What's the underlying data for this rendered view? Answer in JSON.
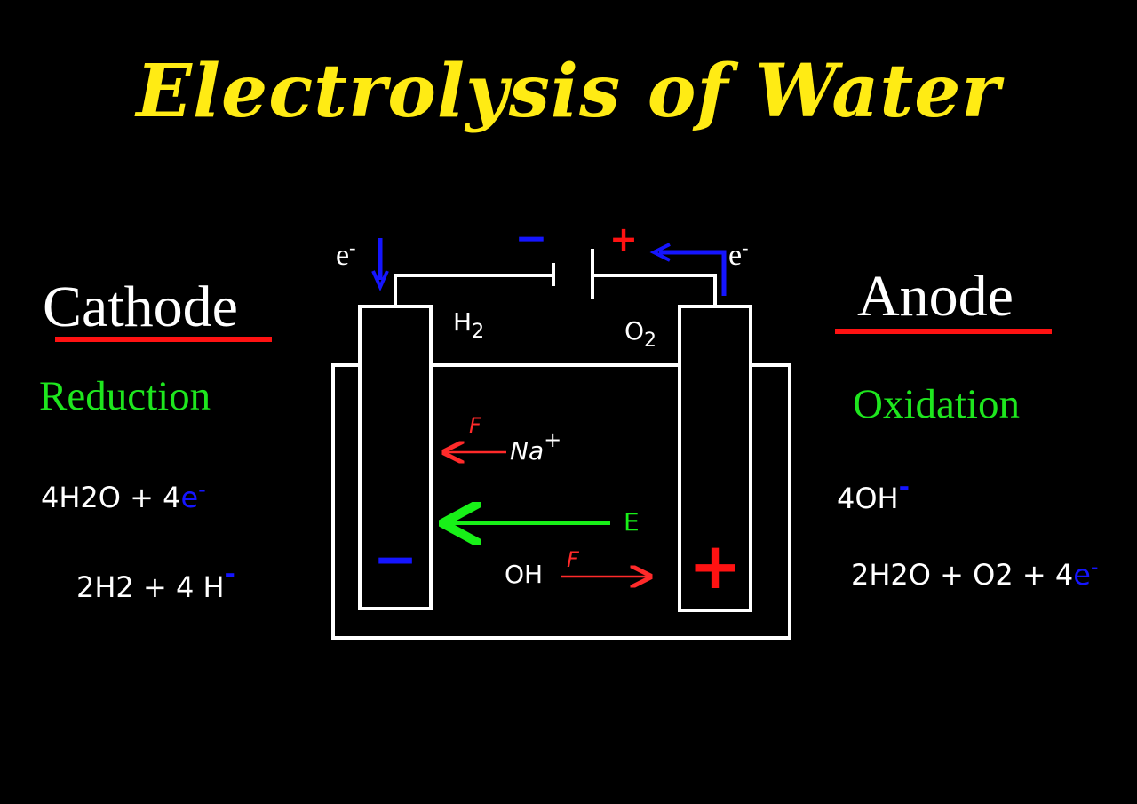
{
  "title": "Electrolysis of Water",
  "colors": {
    "background": "#000000",
    "title": "#ffeb14",
    "wire": "#ffffff",
    "electron_flow": "#1515ff",
    "positive": "#ff1212",
    "underline": "#ff1212",
    "process": "#1ee61e",
    "field_arrow": "#18f018",
    "force_arrow": "#ff2a2a"
  },
  "cathode": {
    "heading": "Cathode",
    "process": "Reduction",
    "reactant_coeff": "4H",
    "reactant_sub": "2",
    "reactant_tail": "O  +  4",
    "reactant_e": "e",
    "product_coeff": "2H",
    "product_sub": "2",
    "product_tail": "  +  4 H",
    "gas": "H",
    "gas_sub": "2"
  },
  "anode": {
    "heading": "Anode",
    "process": "Oxidation",
    "reactant": "4OH",
    "product_coeff": "2H",
    "product_sub": "2",
    "product_mid": "O  +  O",
    "product_sub2": "2",
    "product_tail": "  +  4",
    "product_e": "e",
    "gas": "O",
    "gas_sub": "2"
  },
  "battery": {
    "negative_symbol": "−",
    "positive_symbol": "+"
  },
  "electron_labels": {
    "left": "e",
    "right": "e",
    "charge": "-"
  },
  "ions": {
    "sodium": "Na",
    "sodium_charge": "+",
    "hydroxide": "OH",
    "force_label": "F",
    "field_label": "E"
  },
  "electrode_signs": {
    "cathode": "−",
    "anode": "+"
  }
}
